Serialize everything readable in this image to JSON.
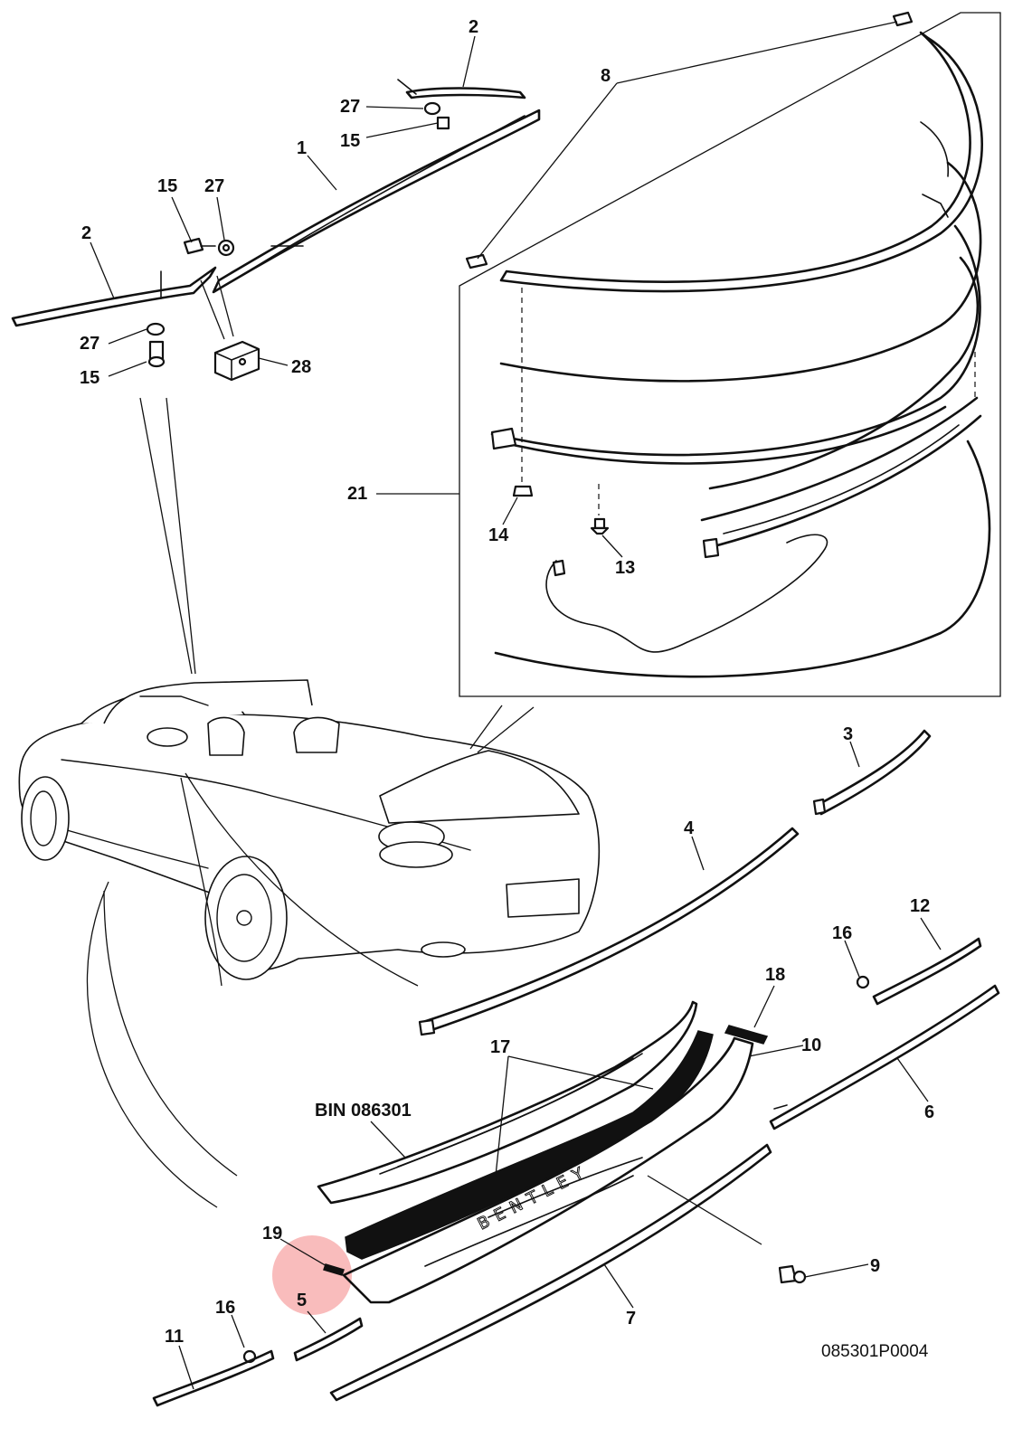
{
  "diagram": {
    "reference_code": "085301P0004",
    "bin_label": "BIN 086301",
    "brand_text": "BENTLEY",
    "highlight_color": "#f26b6b",
    "callouts": [
      {
        "id": "c2a",
        "label": "2"
      },
      {
        "id": "c27a",
        "label": "27"
      },
      {
        "id": "c15a",
        "label": "15"
      },
      {
        "id": "c1",
        "label": "1"
      },
      {
        "id": "c15b",
        "label": "15"
      },
      {
        "id": "c27b",
        "label": "27"
      },
      {
        "id": "c2b",
        "label": "2"
      },
      {
        "id": "c27c",
        "label": "27"
      },
      {
        "id": "c15c",
        "label": "15"
      },
      {
        "id": "c28",
        "label": "28"
      },
      {
        "id": "c8",
        "label": "8"
      },
      {
        "id": "c21",
        "label": "21"
      },
      {
        "id": "c14",
        "label": "14"
      },
      {
        "id": "c13",
        "label": "13"
      },
      {
        "id": "c3",
        "label": "3"
      },
      {
        "id": "c4",
        "label": "4"
      },
      {
        "id": "c16a",
        "label": "16"
      },
      {
        "id": "c12",
        "label": "12"
      },
      {
        "id": "c18",
        "label": "18"
      },
      {
        "id": "c10",
        "label": "10"
      },
      {
        "id": "c17",
        "label": "17"
      },
      {
        "id": "c6",
        "label": "6"
      },
      {
        "id": "c19",
        "label": "19"
      },
      {
        "id": "c5",
        "label": "5"
      },
      {
        "id": "c9",
        "label": "9"
      },
      {
        "id": "c16b",
        "label": "16"
      },
      {
        "id": "c11",
        "label": "11"
      },
      {
        "id": "c7",
        "label": "7"
      }
    ]
  }
}
